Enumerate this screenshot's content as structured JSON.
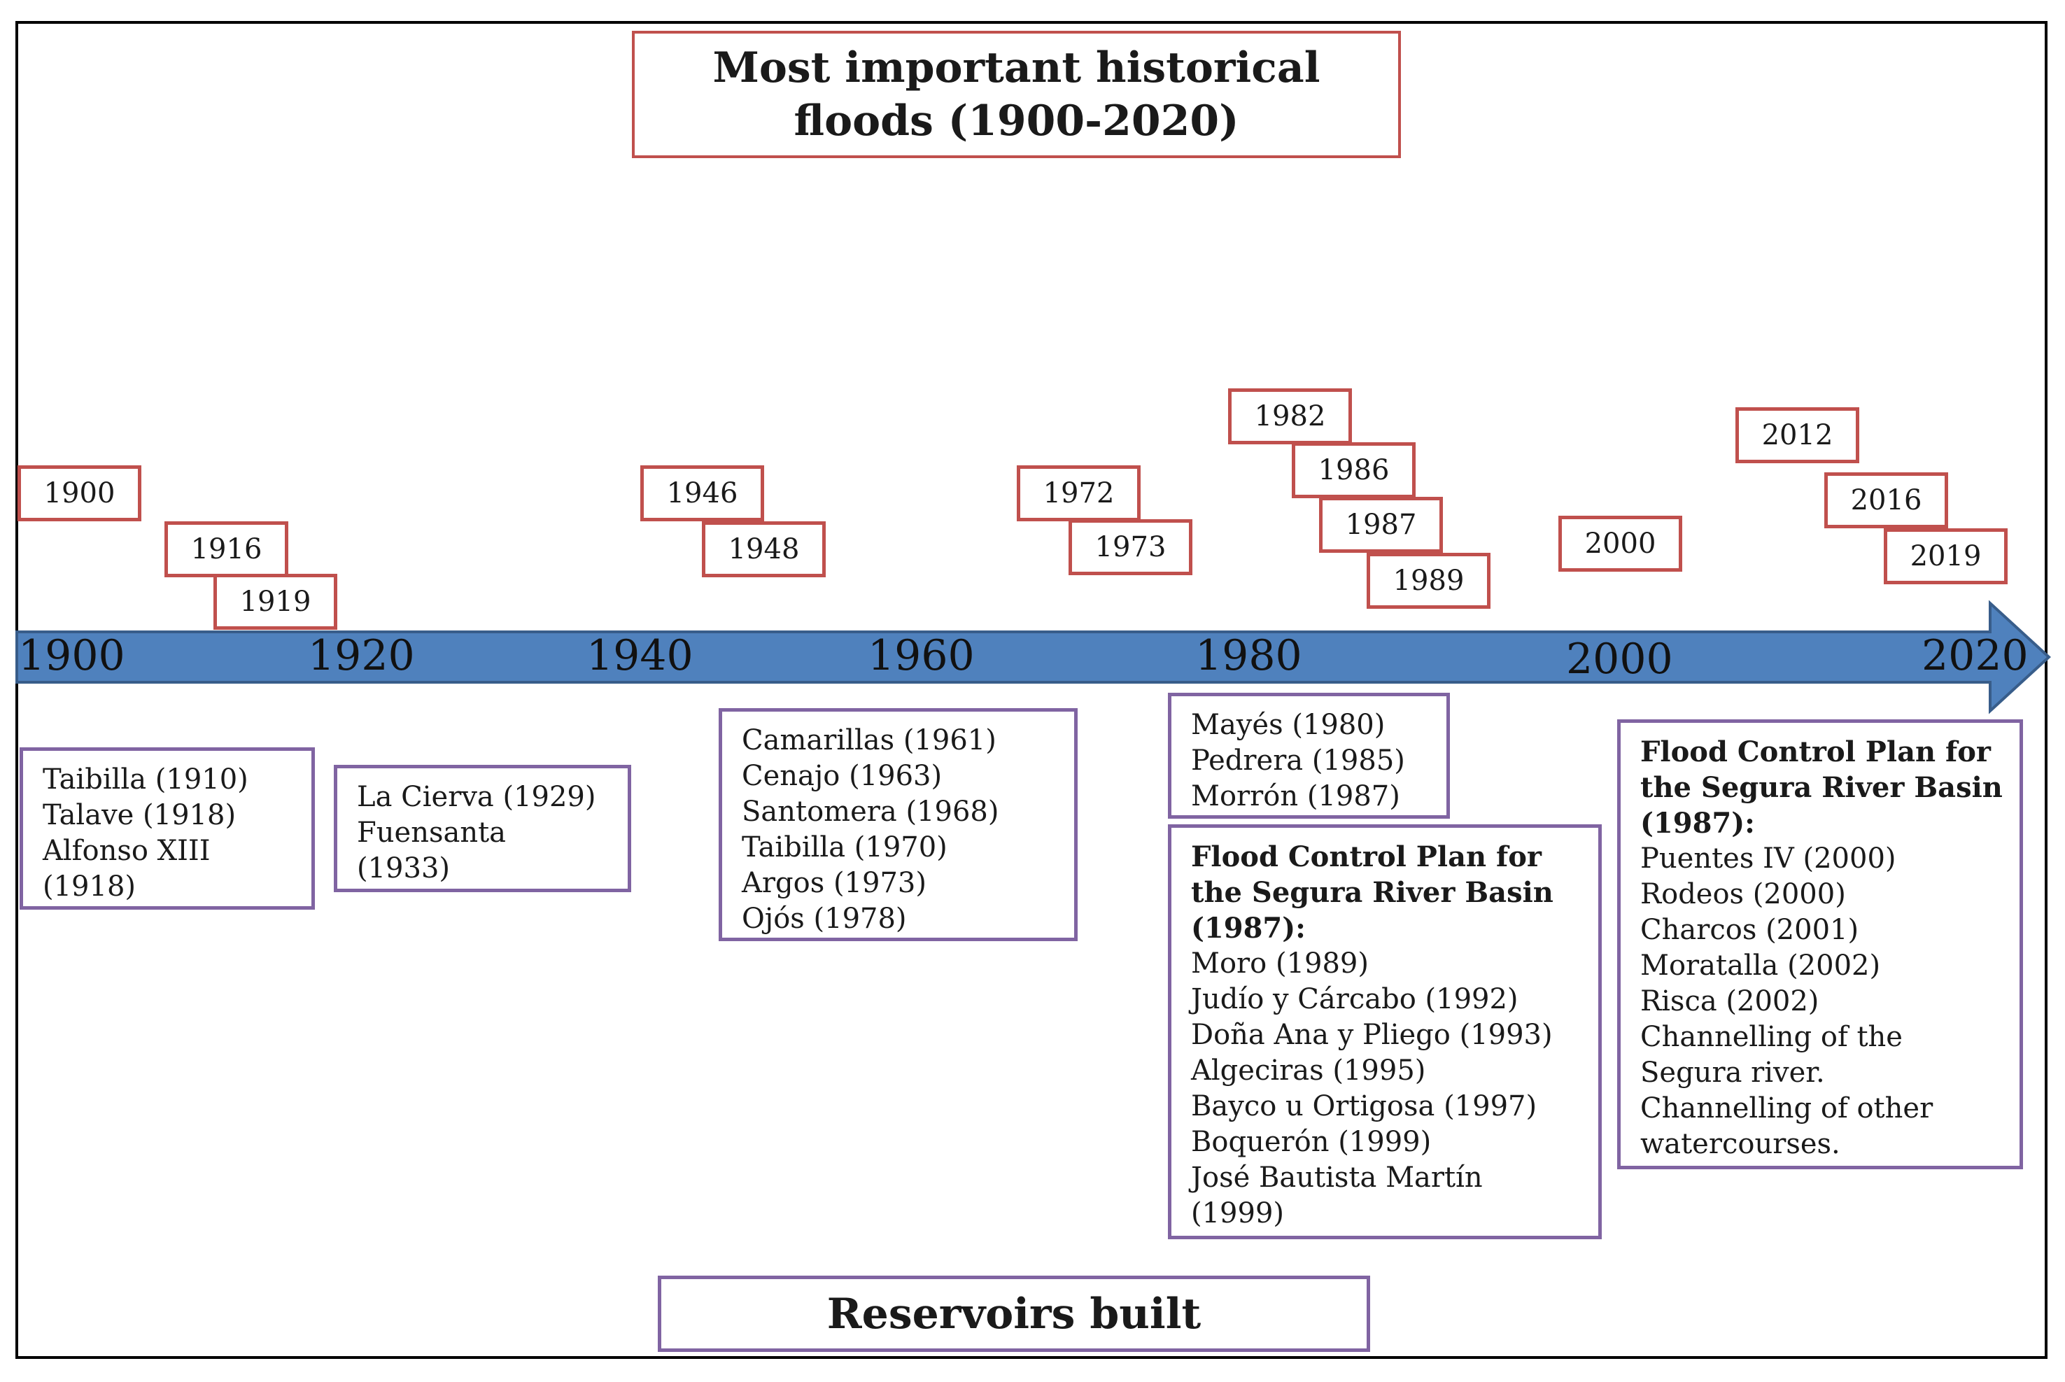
{
  "title": {
    "line1": "Most important historical",
    "line2": "floods (1900-2020)"
  },
  "colors": {
    "flood_border": "#c0504d",
    "reservoir_border": "#8064a2",
    "axis_fill": "#4f81bd",
    "axis_stroke": "#385d8a"
  },
  "axis": {
    "labels": [
      "1900",
      "1920",
      "1940",
      "1960",
      "1980",
      "2000",
      "2020"
    ]
  },
  "floods": [
    "1900",
    "1916",
    "1919",
    "1946",
    "1948",
    "1972",
    "1973",
    "1982",
    "1986",
    "1987",
    "1989",
    "2000",
    "2012",
    "2016",
    "2019"
  ],
  "reservoir_groups": [
    {
      "header": [],
      "items": [
        "Taibilla (1910)",
        "Talave (1918)",
        "Alfonso XIII",
        "(1918)"
      ]
    },
    {
      "header": [],
      "items": [
        "La Cierva (1929)",
        "Fuensanta",
        "(1933)"
      ]
    },
    {
      "header": [],
      "items": [
        "Camarillas (1961)",
        "Cenajo (1963)",
        "Santomera (1968)",
        "Taibilla (1970)",
        "Argos (1973)",
        "Ojós (1978)"
      ]
    },
    {
      "header": [],
      "items": [
        "Mayés (1980)",
        "Pedrera (1985)",
        "Morrón (1987)"
      ]
    },
    {
      "header": [
        "Flood Control Plan for",
        "the Segura River Basin",
        "(1987):"
      ],
      "items": [
        "Moro (1989)",
        "Judío y Cárcabo (1992)",
        "Doña Ana y Pliego (1993)",
        "Algeciras (1995)",
        "Bayco u Ortigosa (1997)",
        "Boquerón (1999)",
        "José Bautista Martín",
        "(1999)"
      ]
    },
    {
      "header": [
        "Flood Control Plan for",
        "the Segura River Basin",
        "(1987):"
      ],
      "items": [
        "Puentes IV (2000)",
        "Rodeos (2000)",
        "Charcos (2001)",
        "Moratalla (2002)",
        "Risca (2002)",
        "Channelling of the",
        "Segura river.",
        "Channelling of other",
        "watercourses."
      ]
    }
  ],
  "legend": {
    "reservoirs_label": "Reservoirs built"
  }
}
